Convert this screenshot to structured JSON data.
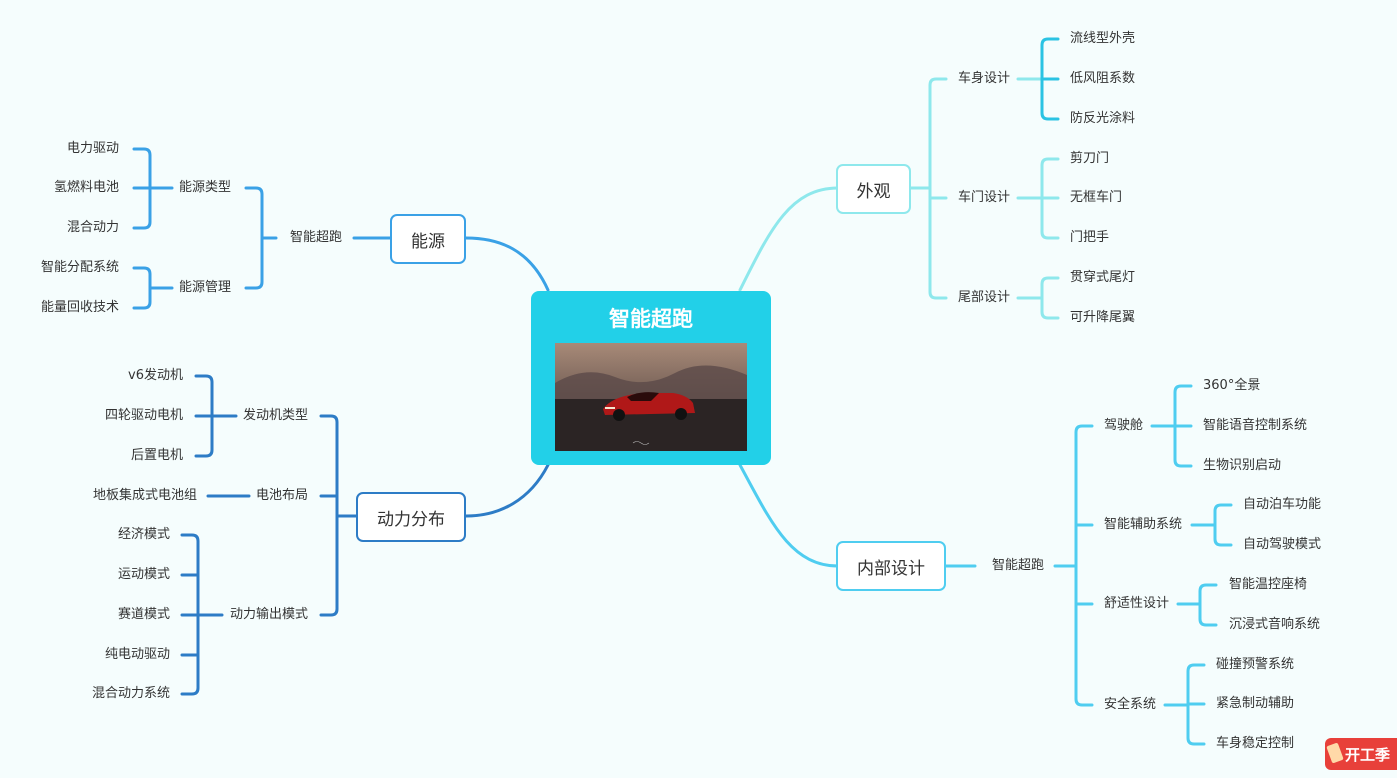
{
  "center": {
    "title": "智能超跑"
  },
  "colors": {
    "center_bg": "#22d0e8",
    "branch_appearance": "#8ee8ec",
    "branch_appearance_leaf": "#2bc3e3",
    "branch_interior": "#4fcdf0",
    "branch_energy": "#3aa1e6",
    "branch_power": "#2d7cc6"
  },
  "branches": {
    "appearance": {
      "label": "外观",
      "groups": [
        {
          "label": "车身设计",
          "items": [
            "流线型外壳",
            "低风阻系数",
            "防反光涂料"
          ]
        },
        {
          "label": "车门设计",
          "items": [
            "剪刀门",
            "无框车门",
            "门把手"
          ]
        },
        {
          "label": "尾部设计",
          "items": [
            "贯穿式尾灯",
            "可升降尾翼"
          ]
        }
      ]
    },
    "interior": {
      "label": "内部设计",
      "sub": "智能超跑",
      "groups": [
        {
          "label": "驾驶舱",
          "items": [
            "360°全景",
            "智能语音控制系统",
            "生物识别启动"
          ]
        },
        {
          "label": "智能辅助系统",
          "items": [
            "自动泊车功能",
            "自动驾驶模式"
          ]
        },
        {
          "label": "舒适性设计",
          "items": [
            "智能温控座椅",
            "沉浸式音响系统"
          ]
        },
        {
          "label": "安全系统",
          "items": [
            "碰撞预警系统",
            "紧急制动辅助",
            "车身稳定控制"
          ]
        }
      ]
    },
    "energy": {
      "label": "能源",
      "sub": "智能超跑",
      "groups": [
        {
          "label": "能源类型",
          "items": [
            "电力驱动",
            "氢燃料电池",
            "混合动力"
          ]
        },
        {
          "label": "能源管理",
          "items": [
            "智能分配系统",
            "能量回收技术"
          ]
        }
      ]
    },
    "power": {
      "label": "动力分布",
      "groups": [
        {
          "label": "发动机类型",
          "items": [
            "v6发动机",
            "四轮驱动电机",
            "后置电机"
          ]
        },
        {
          "label": "电池布局",
          "items": [
            "地板集成式电池组"
          ]
        },
        {
          "label": "动力输出模式",
          "items": [
            "经济模式",
            "运动模式",
            "赛道模式",
            "纯电动驱动",
            "混合动力系统"
          ]
        }
      ]
    }
  },
  "badge": {
    "text": "开工季"
  }
}
